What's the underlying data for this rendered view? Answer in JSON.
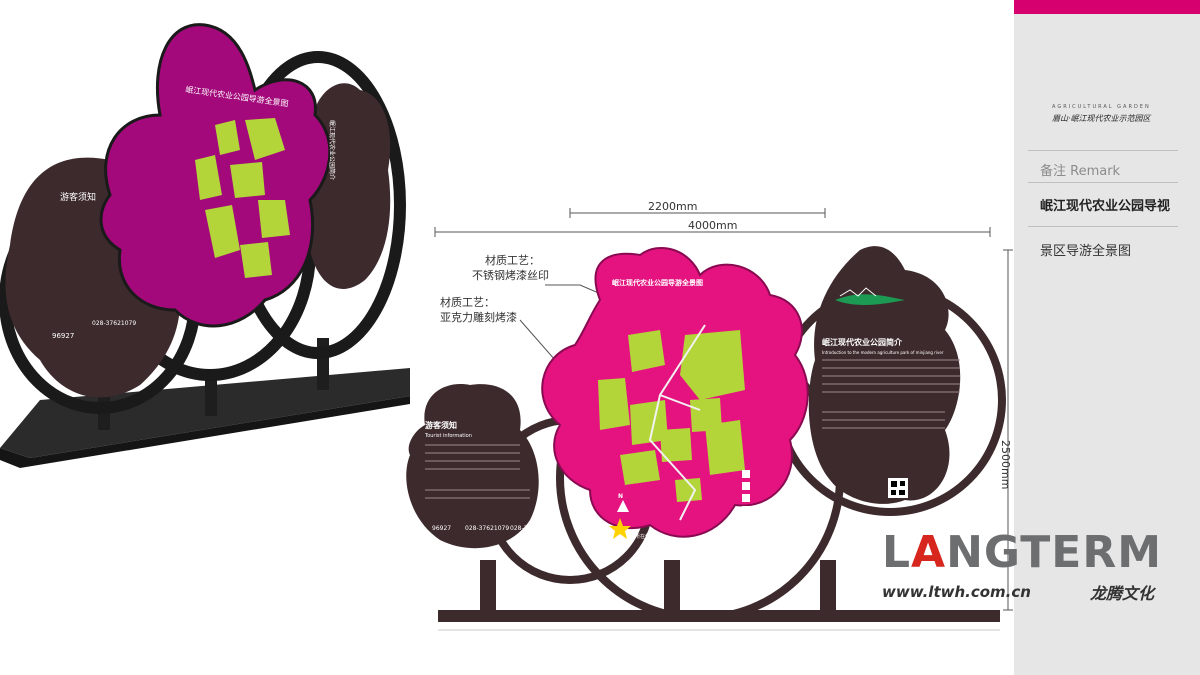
{
  "panel": {
    "logo_text": "眉山·岷江现代农业示范园区",
    "logo_en": "AGRICULTURAL GARDEN",
    "remark_label": "备注 Remark",
    "title": "岷江现代农业公园导视",
    "subtitle": "景区导游全景图"
  },
  "dimensions": {
    "width_inner": "2200mm",
    "width_total": "4000mm",
    "height": "2500mm"
  },
  "callouts": {
    "material_1_label": "材质工艺：",
    "material_1_value": "不锈钢烤漆丝印",
    "material_2_label": "材质工艺：",
    "material_2_value": "亚克力雕刻烤漆"
  },
  "sign": {
    "map_title": "岷江现代农业公园导游全景图",
    "intro_title": "岷江现代农业公园简介",
    "intro_en": "Introduction to the modern agriculture park of minjiang river",
    "notice_title": "游客须知",
    "notice_en": "Tourist information",
    "phone_1": "96927",
    "phone_2": "028-37621079",
    "phone_3": "028-37621079",
    "you_are_here": "您所在位置",
    "north": "N"
  },
  "brand": {
    "name_before": "L",
    "name_highlight": "A",
    "name_after": "NGTERM",
    "url": "www.ltwh.com.cn",
    "cn": "龙腾文化"
  },
  "colors": {
    "magenta": "#e5137f",
    "dark_magenta": "#a3097a",
    "brown": "#3d2a2c",
    "lime": "#b3d53a",
    "panel": "#e6e6e6",
    "accent": "#d6006f"
  }
}
